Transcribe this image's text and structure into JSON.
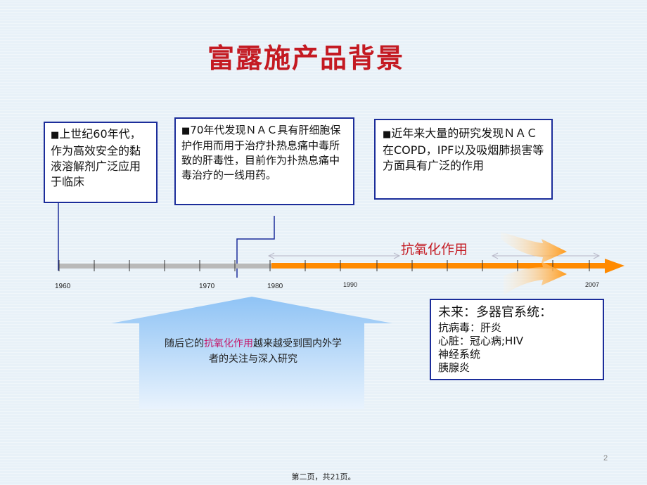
{
  "slide": {
    "title": "富露施产品背景",
    "page_number": "2",
    "footer": "第二页，共21页。"
  },
  "box_1960": {
    "bullet": "■",
    "text": "上世纪60年代，作为高效安全的黏液溶解剂广泛应用于临床"
  },
  "box_1970": {
    "bullet": "■",
    "text": "70年代发现ＮＡＣ具有肝细胞保护作用而用于治疗扑热息痛中毒所致的肝毒性，目前作为扑热息痛中毒治疗的一线用药。"
  },
  "box_recent": {
    "bullet": "■",
    "text": "近年来大量的研究发现ＮＡＣ在COPD，IPF以及吸烟肺损害等方面具有广泛的作用"
  },
  "timeline": {
    "years": [
      "1960",
      "1970",
      "1980",
      "1990",
      "2007"
    ],
    "antioxidant_label": "抗氧化作用"
  },
  "future_box": {
    "heading": "未来：多器官系统：",
    "items": [
      "抗病毒：肝炎",
      "心脏：冠心病;HIV",
      "神经系统",
      "胰腺炎"
    ]
  },
  "up_arrow": {
    "text_before": "随后它的",
    "text_highlight": "抗氧化作用",
    "text_after": "越来越受到国内外学者的关注与深入研究"
  },
  "colors": {
    "title": "#c41a22",
    "box_border": "#1c2d9a",
    "timeline_gray": "#b9b9b9",
    "timeline_orange": "#ff8a00",
    "highlight": "#c41a6a"
  }
}
